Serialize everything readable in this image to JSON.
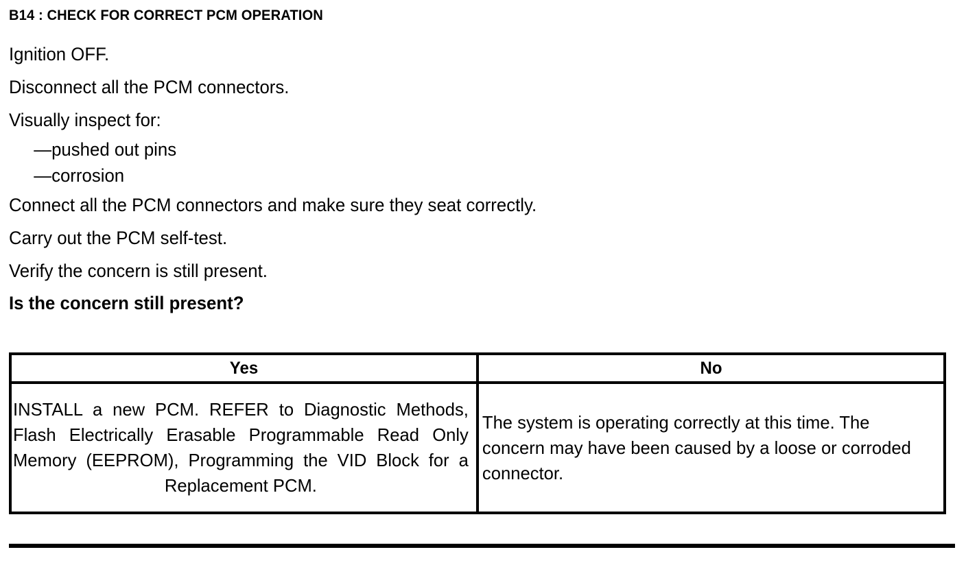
{
  "document": {
    "step_title": "B14 : CHECK FOR CORRECT PCM OPERATION",
    "instructions": [
      {
        "text": "Ignition OFF.",
        "style": "normal"
      },
      {
        "text": "Disconnect all the PCM connectors.",
        "style": "normal"
      },
      {
        "text": "Visually inspect for:",
        "style": "normal"
      },
      {
        "text": "—pushed out pins",
        "style": "sub"
      },
      {
        "text": "—corrosion",
        "style": "sub"
      },
      {
        "text": "Connect all the PCM connectors and make sure they seat correctly.",
        "style": "normal"
      },
      {
        "text": "Carry out the PCM self-test.",
        "style": "normal"
      },
      {
        "text": "Verify the concern is still present.",
        "style": "normal"
      },
      {
        "text": "Is the concern still present?",
        "style": "question"
      }
    ],
    "decision_table": {
      "headers": [
        "Yes",
        "No"
      ],
      "cells": [
        "INSTALL a new PCM. REFER to Diagnostic Methods, Flash Electrically Erasable Programmable Read Only Memory (EEPROM), Programming the VID Block for a Replacement PCM.",
        "The system is operating correctly at this time. The concern may have been caused by a loose or corroded connector."
      ]
    }
  },
  "colors": {
    "text": "#000000",
    "background": "#ffffff",
    "rule": "#000000"
  }
}
